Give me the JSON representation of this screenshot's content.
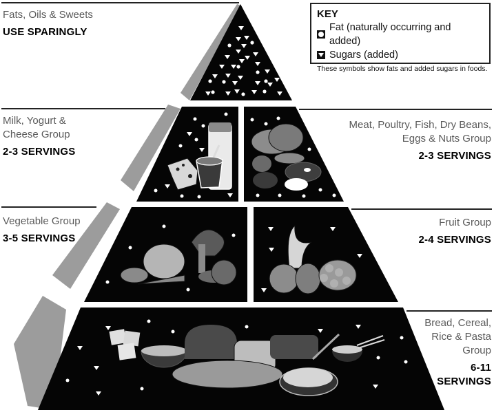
{
  "key": {
    "title": "KEY",
    "items": [
      {
        "symbol": "circle-icon",
        "label": "Fat (naturally occurring and added)"
      },
      {
        "symbol": "triangle-icon",
        "label": "Sugars (added)"
      }
    ],
    "note": "These symbols show fats and added sugars in foods."
  },
  "tiers": [
    {
      "id": "fats",
      "name_lines": [
        "Fats, Oils & Sweets"
      ],
      "servings": "USE SPARINGLY",
      "side": "left"
    },
    {
      "id": "milk",
      "name_lines": [
        "Milk, Yogurt &",
        "Cheese Group"
      ],
      "servings": "2-3 SERVINGS",
      "side": "left"
    },
    {
      "id": "meat",
      "name_lines": [
        "Meat, Poultry, Fish, Dry Beans,",
        "Eggs & Nuts Group"
      ],
      "servings": "2-3 SERVINGS",
      "side": "right"
    },
    {
      "id": "vegetable",
      "name_lines": [
        "Vegetable Group"
      ],
      "servings": "3-5 SERVINGS",
      "side": "left"
    },
    {
      "id": "fruit",
      "name_lines": [
        "Fruit Group"
      ],
      "servings": "2-4 SERVINGS",
      "side": "right"
    },
    {
      "id": "bread",
      "name_lines": [
        "Bread, Cereal,",
        "Rice & Pasta",
        "Group"
      ],
      "servings_lines": [
        "6-11",
        "SERVINGS"
      ],
      "side": "right"
    }
  ],
  "colors": {
    "tier_fill": "#050505",
    "side_face": "#9a9a9a",
    "food_gray": "#8a8a8a",
    "label_gray": "#5a5a5a",
    "rule": "#222222"
  }
}
